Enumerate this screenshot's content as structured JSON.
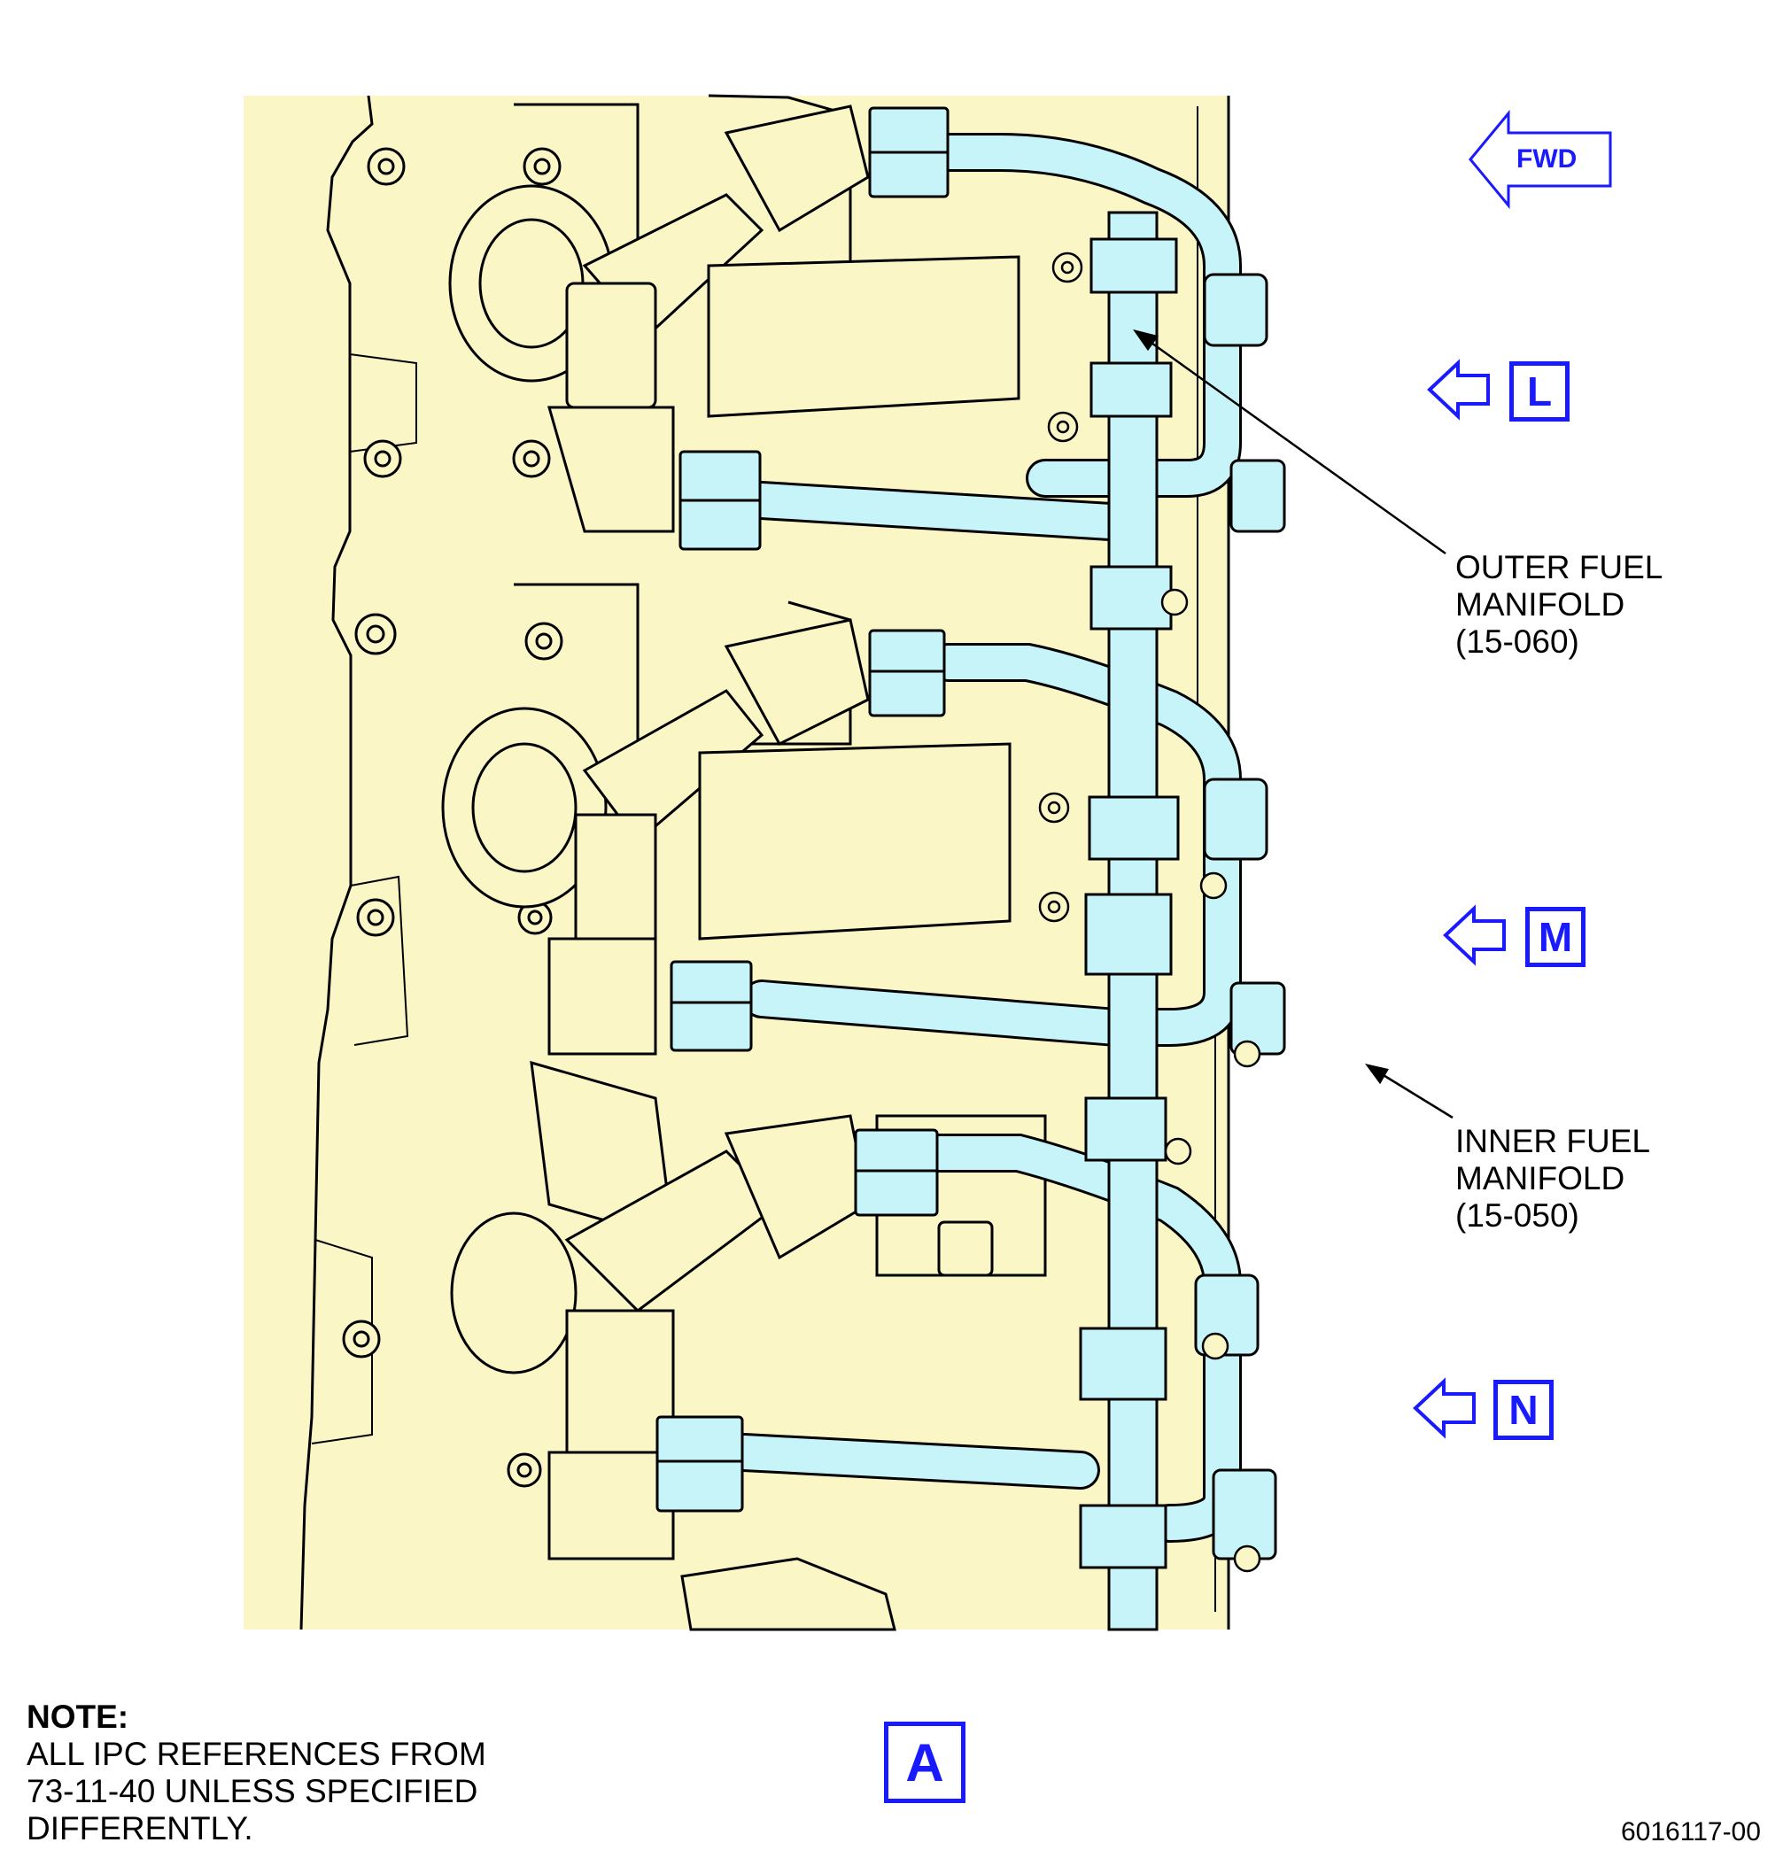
{
  "colors": {
    "engine_fill": "#fbf6c6",
    "manifold_fill": "#c6f4f8",
    "line": "#000000",
    "view_blue": "#1a1aff"
  },
  "direction": {
    "label": "FWD"
  },
  "view_markers": [
    "L",
    "M",
    "N"
  ],
  "callouts": {
    "outer": "OUTER FUEL\nMANIFOLD\n(15-060)",
    "inner": "INNER FUEL\nMANIFOLD\n(15-050)"
  },
  "note": {
    "title": "NOTE:",
    "body": "ALL IPC REFERENCES FROM\n73-11-40 UNLESS SPECIFIED\nDIFFERENTLY."
  },
  "view_label": "A",
  "doc_number": "6016117-00"
}
